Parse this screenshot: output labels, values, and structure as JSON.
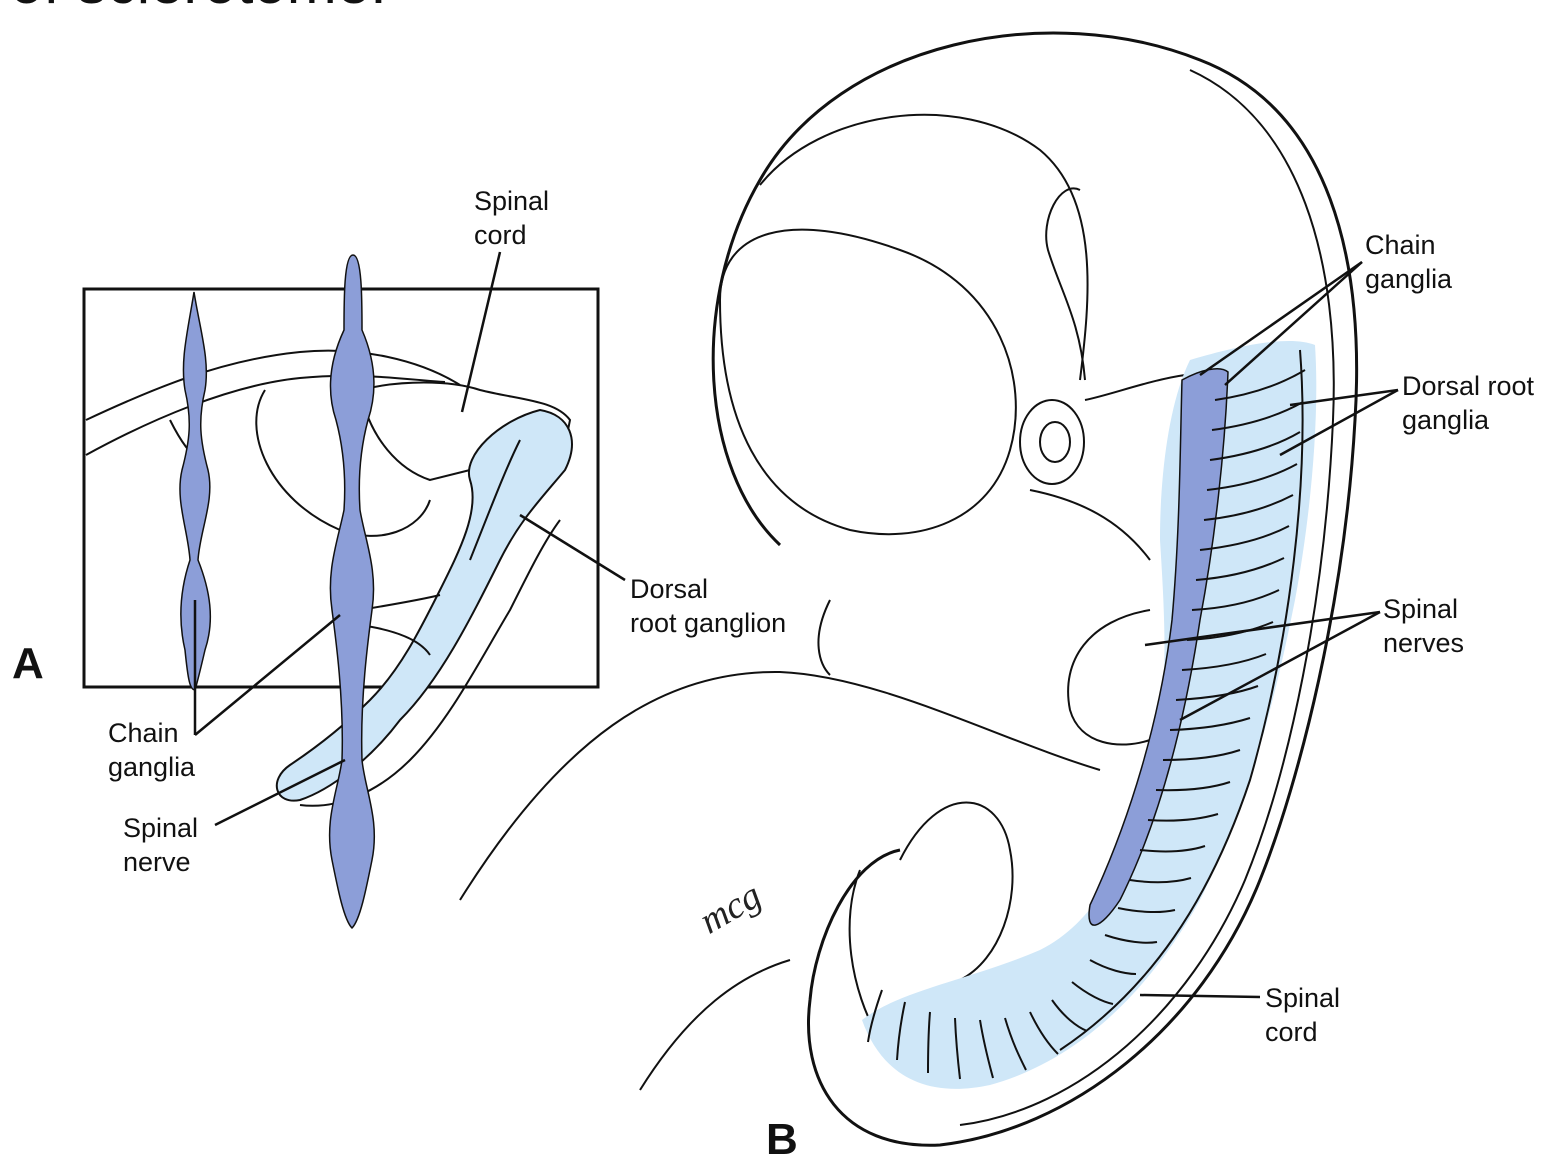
{
  "header": {
    "title_fragment": "of sclerotome."
  },
  "colors": {
    "chain_ganglia_fill": "#8c9ed8",
    "nerve_fill": "#cfe7f8",
    "outline": "#111111"
  },
  "panel_a": {
    "letter": "A",
    "labels": {
      "spinal_cord": "Spinal\ncord",
      "dorsal_root_ganglion": "Dorsal\nroot ganglion",
      "chain_ganglia": "Chain\nganglia",
      "spinal_nerve": "Spinal\nnerve"
    }
  },
  "panel_b": {
    "letter": "B",
    "signature": "mcg",
    "labels": {
      "chain_ganglia": "Chain\nganglia",
      "dorsal_root_ganglia": "Dorsal root\nganglia",
      "spinal_nerves": "Spinal\nnerves",
      "spinal_cord": "Spinal\ncord"
    }
  }
}
